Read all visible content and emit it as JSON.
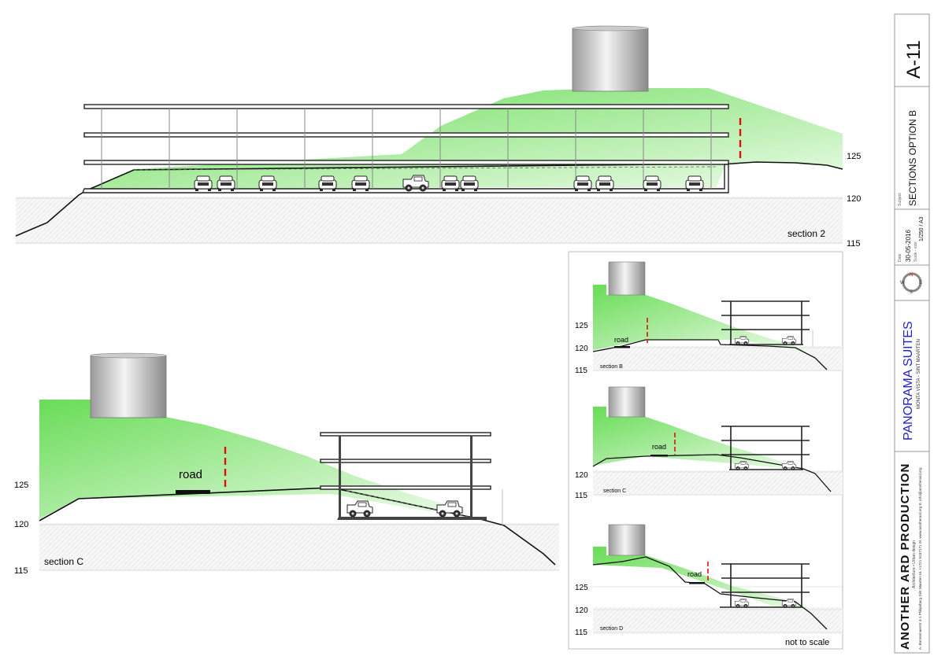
{
  "sheet": {
    "number": "A-11"
  },
  "title_block": {
    "subject_caption": "Subject",
    "subject": "SECTIONS  OPTION B",
    "date_caption": "Date",
    "date": "30-05-2016",
    "scale_caption": "Scale - size",
    "scale": "1/250 / A3",
    "project": "PANORAMA SUITES",
    "location": "MONTA VISTA - SINT MAARTEN",
    "firm": "ANOTHER ARD PRODUCTION",
    "firm_tagline": "Architecture • Urban design",
    "firm_address": "A. Bonnemaerstr 4-1 Philipsburg Sint Maarten  M. +1721 5237171  W. www.anotherard.org  E. info@anotherard.org"
  },
  "compass": {
    "n": "N",
    "e": "E",
    "s": "S",
    "w": "W"
  },
  "section2": {
    "label": "section 2",
    "levels": [
      "125",
      "120",
      "115"
    ]
  },
  "sectionC_main": {
    "label": "section C",
    "road": "road",
    "levels": [
      "125",
      "120",
      "115"
    ]
  },
  "sectionB_small": {
    "label": "section B",
    "road": "road",
    "levels": [
      "125",
      "120",
      "115"
    ]
  },
  "sectionC_small": {
    "label": "section C",
    "road": "road",
    "levels": [
      "120",
      "115"
    ]
  },
  "sectionD_small": {
    "label": "section D",
    "road": "road",
    "levels": [
      "125",
      "120",
      "115"
    ]
  },
  "note": "not to scale",
  "colors": {
    "grass": "#8de27a",
    "structure": "#222222",
    "red_marker": "#e01010",
    "project": "#2222cc"
  }
}
